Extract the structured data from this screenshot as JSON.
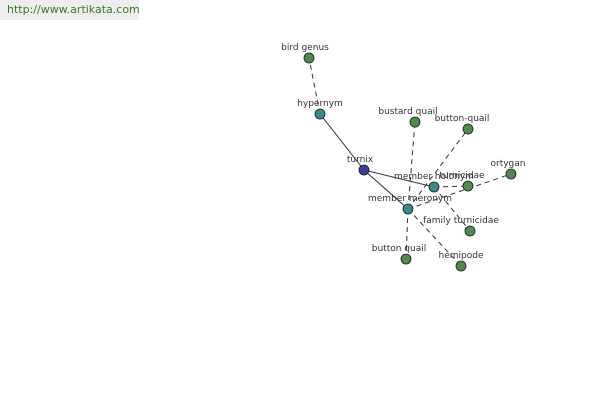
{
  "watermark": {
    "text": "http://www.artikata.com",
    "color": "#3a7a1e"
  },
  "graph": {
    "colors": {
      "root_fill": "#3b3b99",
      "relation_fill": "#3a8a8a",
      "leaf_fill": "#4f8a4f",
      "edge": "#333333",
      "label": "#333333"
    },
    "nodes": [
      {
        "id": "turnix",
        "label": "turnix",
        "kind": "root"
      },
      {
        "id": "hypernym",
        "label": "hypernym",
        "kind": "relation"
      },
      {
        "id": "member-holonym",
        "label": "member holonym",
        "kind": "relation"
      },
      {
        "id": "member-meronym",
        "label": "member meronym",
        "kind": "relation"
      },
      {
        "id": "bird-genus",
        "label": "bird genus",
        "kind": "leaf"
      },
      {
        "id": "bustard-quail",
        "label": "bustard quail",
        "kind": "leaf"
      },
      {
        "id": "button-quail",
        "label": "button-quail",
        "kind": "leaf"
      },
      {
        "id": "ortygan",
        "label": "ortygan",
        "kind": "leaf"
      },
      {
        "id": "turnicidae",
        "label": "turnicidae",
        "kind": "leaf"
      },
      {
        "id": "family-turnicidae",
        "label": "family turnicidae",
        "kind": "leaf"
      },
      {
        "id": "button-quail-2",
        "label": "button quail",
        "kind": "leaf"
      },
      {
        "id": "hemipode",
        "label": "hemipode",
        "kind": "leaf"
      }
    ],
    "edges": [
      {
        "from": "turnix",
        "to": "hypernym",
        "style": "solid"
      },
      {
        "from": "turnix",
        "to": "member-holonym",
        "style": "solid"
      },
      {
        "from": "turnix",
        "to": "member-meronym",
        "style": "solid"
      },
      {
        "from": "hypernym",
        "to": "bird-genus",
        "style": "dashed"
      },
      {
        "from": "member-holonym",
        "to": "turnicidae",
        "style": "dashed"
      },
      {
        "from": "member-holonym",
        "to": "family-turnicidae",
        "style": "dashed"
      },
      {
        "from": "member-meronym",
        "to": "bustard-quail",
        "style": "dashed"
      },
      {
        "from": "member-meronym",
        "to": "button-quail",
        "style": "dashed"
      },
      {
        "from": "member-meronym",
        "to": "ortygan",
        "style": "dashed"
      },
      {
        "from": "member-meronym",
        "to": "button-quail-2",
        "style": "dashed"
      },
      {
        "from": "member-meronym",
        "to": "hemipode",
        "style": "dashed"
      }
    ]
  }
}
